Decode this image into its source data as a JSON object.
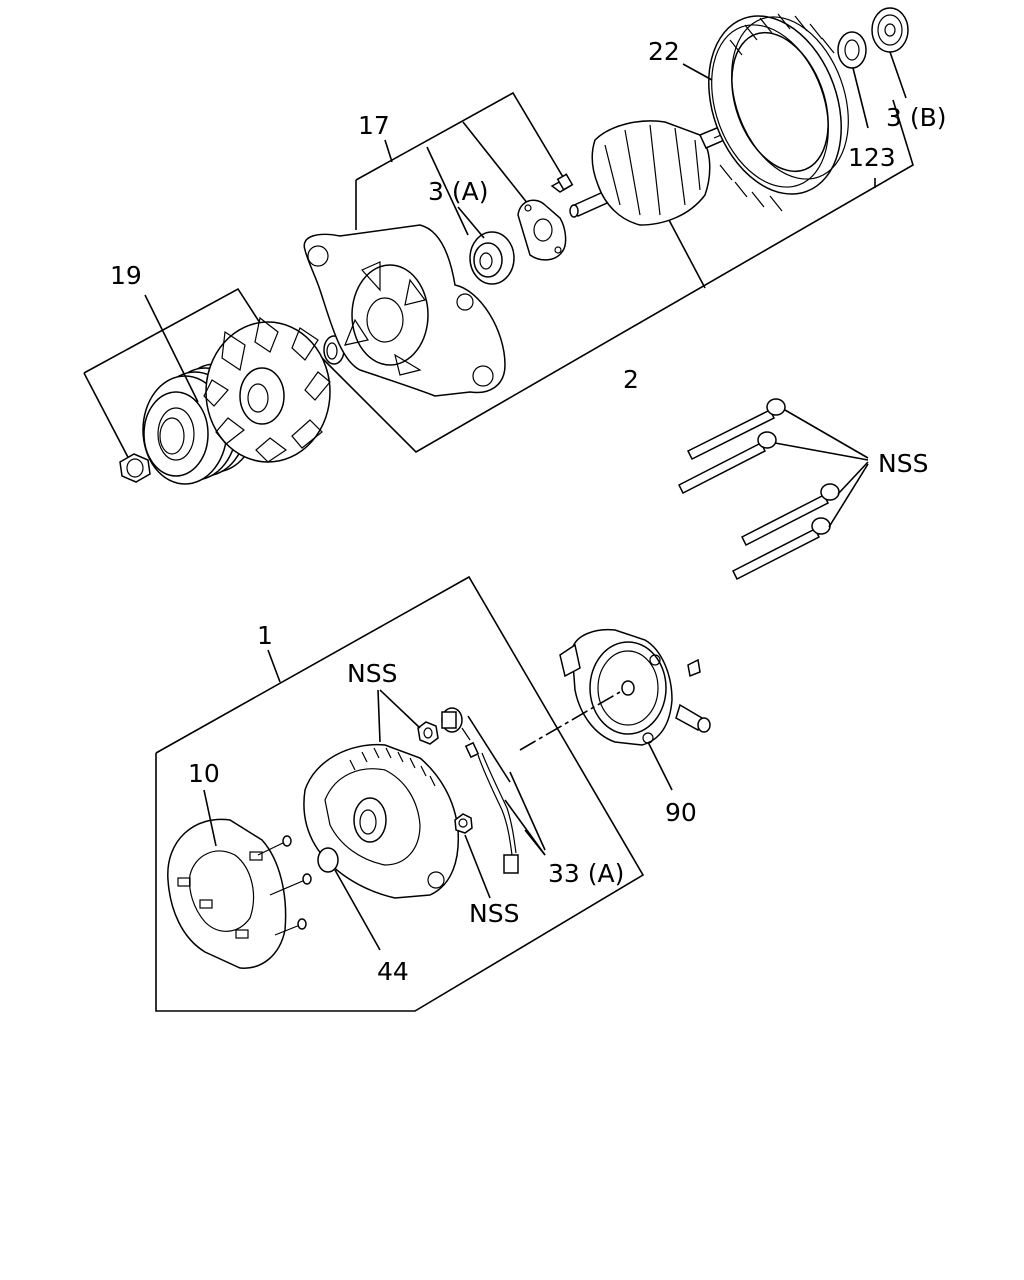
{
  "callouts": {
    "c22": "22",
    "c17": "17",
    "c3a": "3 (A)",
    "c3b": "3 (B)",
    "c123": "123",
    "c19": "19",
    "c2": "2",
    "nss_bolts": "NSS",
    "c1": "1",
    "nss_upper": "NSS",
    "c10": "10",
    "c90": "90",
    "c33a": "33 (A)",
    "nss_lower": "NSS",
    "c44": "44"
  }
}
